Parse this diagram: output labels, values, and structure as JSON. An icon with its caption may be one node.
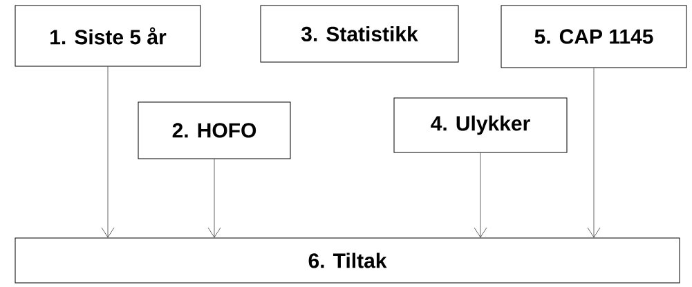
{
  "diagram": {
    "nodes": [
      {
        "text": [
          "1. Siste 5 år"
        ]
      },
      {
        "text": [
          "2. HOFO"
        ]
      },
      {
        "text": [
          "3. Statistikk"
        ]
      },
      {
        "text": [
          "4. Ulykker"
        ]
      },
      {
        "text": [
          "5. CAP 1145"
        ]
      },
      {
        "text": [
          "6. Tiltak"
        ]
      }
    ],
    "edges": [
      {
        "from": 0,
        "to": 5,
        "arrow": "to"
      },
      {
        "from": 1,
        "to": 5,
        "arrow": "to"
      },
      {
        "from": 3,
        "to": 5,
        "arrow": "to"
      },
      {
        "from": 4,
        "to": 5,
        "arrow": "to"
      }
    ]
  }
}
